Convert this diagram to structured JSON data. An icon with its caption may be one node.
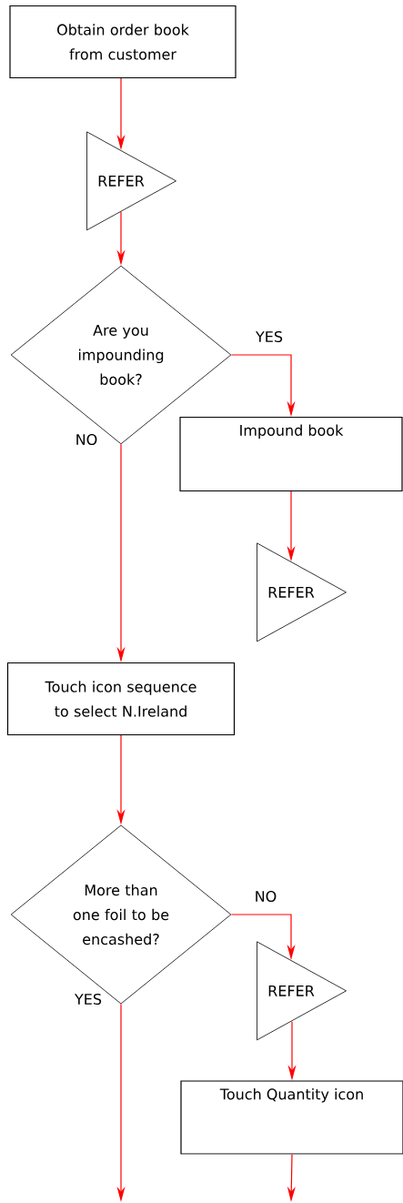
{
  "diagram": {
    "nodes": [
      {
        "text": [
          "Obtain order book from customer"
        ]
      },
      {
        "text": [
          "REFER"
        ]
      },
      {
        "text": [
          "Are you impounding book?"
        ]
      },
      {
        "text": [
          "Impound book"
        ]
      },
      {
        "text": [
          "REFER"
        ]
      },
      {
        "text": [
          "Touch icon sequence to select N.Ireland"
        ]
      },
      {
        "text": [
          "More than one foil to be encashed?"
        ]
      },
      {
        "text": [
          "REFER"
        ]
      },
      {
        "text": [
          "Touch Quantity icon"
        ]
      }
    ],
    "edges": [
      {
        "from": 0,
        "to": 1,
        "arrow": "to"
      },
      {
        "from": 1,
        "to": 2,
        "arrow": "to"
      },
      {
        "from": 2,
        "to": 3,
        "arrow": "to",
        "label": "YES"
      },
      {
        "from": 3,
        "to": 4,
        "arrow": "to"
      },
      {
        "from": 2,
        "to": 5,
        "arrow": "to",
        "label": "NO"
      },
      {
        "from": 5,
        "to": 6,
        "arrow": "to"
      },
      {
        "from": 6,
        "to": 7,
        "arrow": "to",
        "label": "NO"
      },
      {
        "from": 7,
        "to": 8,
        "arrow": "to"
      },
      {
        "from": 6,
        "to": null,
        "arrow": "to",
        "label": "YES"
      },
      {
        "from": 8,
        "to": null,
        "arrow": "to"
      }
    ]
  }
}
